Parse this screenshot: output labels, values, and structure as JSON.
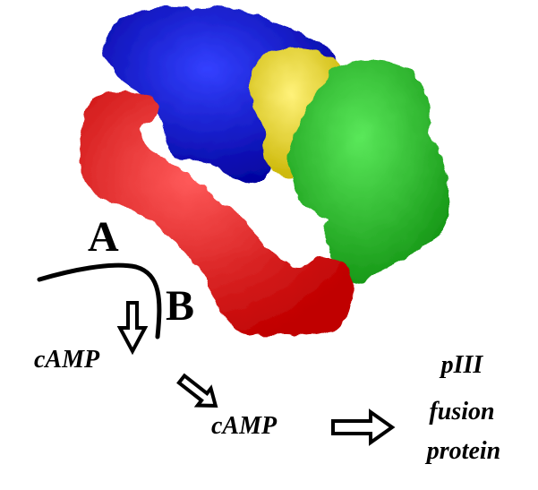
{
  "labels": {
    "site_a": "A",
    "site_b": "B",
    "camp_1": "cAMP",
    "camp_2": "cAMP",
    "product_line1": "pIII",
    "product_line2": "fusion",
    "product_line3": "protein"
  },
  "colors": {
    "blue_domain": "#0a14d2",
    "yellow_domain": "#e8d82c",
    "green_domain": "#22c41e",
    "red_domain": "#f01414",
    "ink": "#000000"
  }
}
